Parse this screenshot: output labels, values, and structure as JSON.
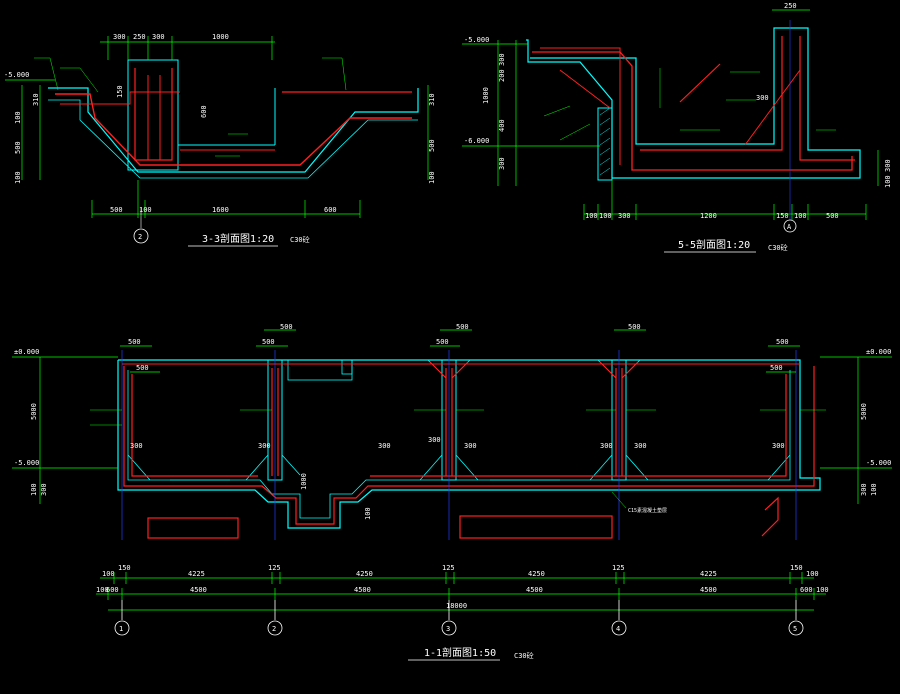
{
  "colors": {
    "background": "#000000",
    "concrete_outline": "#00ffff",
    "rebar": "#ff2020",
    "dimension_line": "#00ff00",
    "text": "#ffffff",
    "axis_line": "#2040ff",
    "leader": "#00ff00"
  },
  "section_33": {
    "caption": "3-3剖面图1:20",
    "concrete_note": "C30砼",
    "grid_label": "2",
    "elev_top": "-5.000",
    "left_dims": [
      "100",
      "310",
      "500",
      "100"
    ],
    "right_dims": [
      "310",
      "500",
      "100"
    ],
    "top_dims": [
      "300",
      "250",
      "300",
      "1000"
    ],
    "bottom_dims": [
      "500",
      "100",
      "1600",
      "600"
    ],
    "inner_dim": "600",
    "note_150": "150"
  },
  "section_55": {
    "caption": "5-5剖面图1:20",
    "concrete_note": "C30砼",
    "grid_label": "A",
    "elev_1": "-5.000",
    "elev_2": "-6.000",
    "top_dim": "250",
    "left_dims": [
      "300",
      "200",
      "1000",
      "400",
      "300"
    ],
    "right_dims": [
      "300",
      "100"
    ],
    "bottom_dims": [
      "100",
      "100",
      "300",
      "1200",
      "150",
      "100",
      "500"
    ],
    "inner_dim": "300"
  },
  "section_11": {
    "caption": "1-1剖面图1:50",
    "concrete_note": "C30砼",
    "elev_top_left": "±0.000",
    "elev_top_right": "±0.000",
    "elev_bot_left": "-5.000",
    "elev_bot_right": "-5.000",
    "left_height": "5000",
    "right_height": "5000",
    "left_base": [
      "100",
      "300"
    ],
    "right_base": [
      "300",
      "100"
    ],
    "top_dims": [
      "500",
      "500",
      "500",
      "500",
      "500"
    ],
    "corner_dims": [
      "500",
      "500",
      "500",
      "500"
    ],
    "haunch_dims": [
      "300",
      "300",
      "300",
      "300",
      "300",
      "300",
      "300",
      "300"
    ],
    "dim_row1": [
      "100",
      "150",
      "4225",
      "125",
      "4250",
      "125",
      "4250",
      "125",
      "4225",
      "150",
      "100"
    ],
    "dim_row2": [
      "100",
      "600",
      "4500",
      "4500",
      "4500",
      "4500",
      "600",
      "100"
    ],
    "total": "18000",
    "axes": [
      "1",
      "2",
      "3",
      "4",
      "5"
    ],
    "pit_dim": "1000",
    "pit_dim2": "100",
    "cushion_note": "C15素混凝土垫层"
  }
}
